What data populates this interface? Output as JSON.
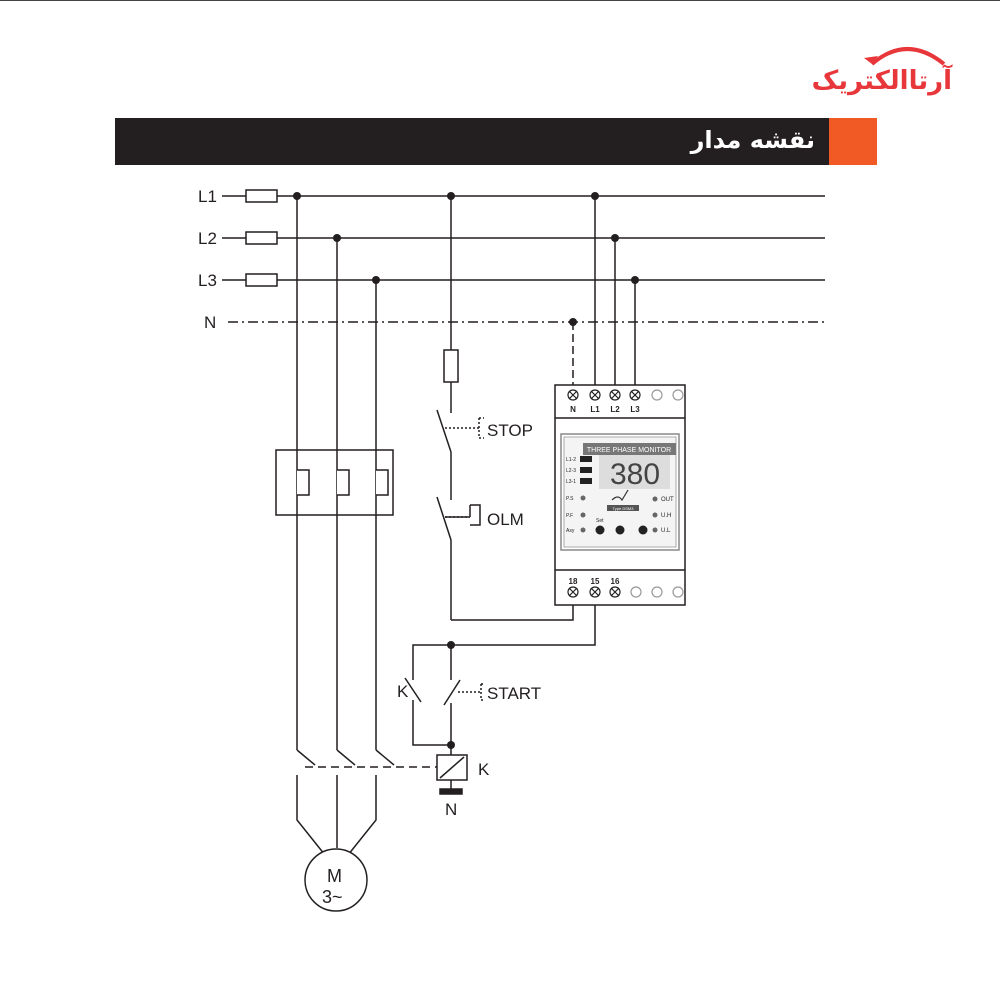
{
  "brand": {
    "logo_text": "آرتاالکتریک",
    "color": "#e8373b"
  },
  "header": {
    "title": "نقشه مدار",
    "accent": "#f15a24"
  },
  "lines": {
    "l1": "L1",
    "l2": "L2",
    "l3": "L3",
    "n": "N"
  },
  "control": {
    "stop": "STOP",
    "olm": "OLM",
    "start": "START",
    "k_contact": "K",
    "k_coil": "K",
    "coil_n": "N"
  },
  "motor": {
    "m": "M",
    "phase": "3~"
  },
  "device": {
    "title": "THREE PHASE MONITOR",
    "display": "380",
    "top_terminals": [
      "N",
      "L1",
      "L2",
      "L3"
    ],
    "bottom_terminals": [
      "18",
      "15",
      "16"
    ],
    "left_indicators": [
      "L1-2",
      "L2-3",
      "L3-1"
    ],
    "left_leds": [
      "P.S",
      "P.F",
      "Asy"
    ],
    "right_leds": [
      "OUT",
      "U.H",
      "U.L"
    ],
    "set_label": "Set",
    "type_label": "Type DSM3"
  }
}
